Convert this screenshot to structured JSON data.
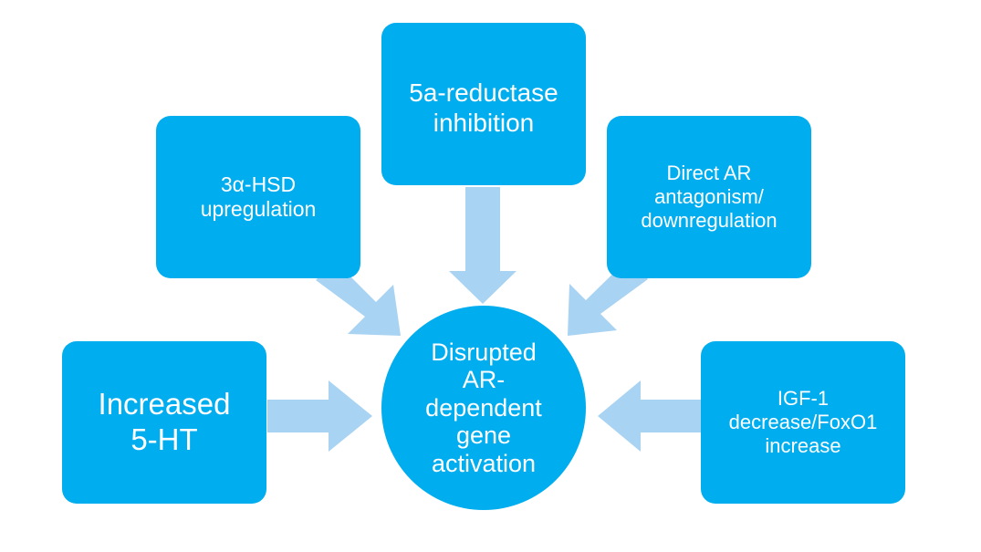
{
  "diagram": {
    "center": {
      "label": "Disrupted\nAR-\ndependent\ngene\nactivation"
    },
    "nodes": [
      {
        "id": "increased-5ht",
        "label": "Increased\n5-HT"
      },
      {
        "id": "3a-hsd",
        "label": "3α-HSD\nupregulation"
      },
      {
        "id": "5a-reductase",
        "label": "5a-reductase\ninhibition"
      },
      {
        "id": "direct-ar",
        "label": "Direct AR\nantagonism/\ndownregulation"
      },
      {
        "id": "igf1",
        "label": "IGF-1\ndecrease/FoxO1\nincrease"
      }
    ],
    "colors": {
      "box": "#00ADEF",
      "arrow": "#A9D3F2",
      "text": "#FFFFFF"
    }
  }
}
